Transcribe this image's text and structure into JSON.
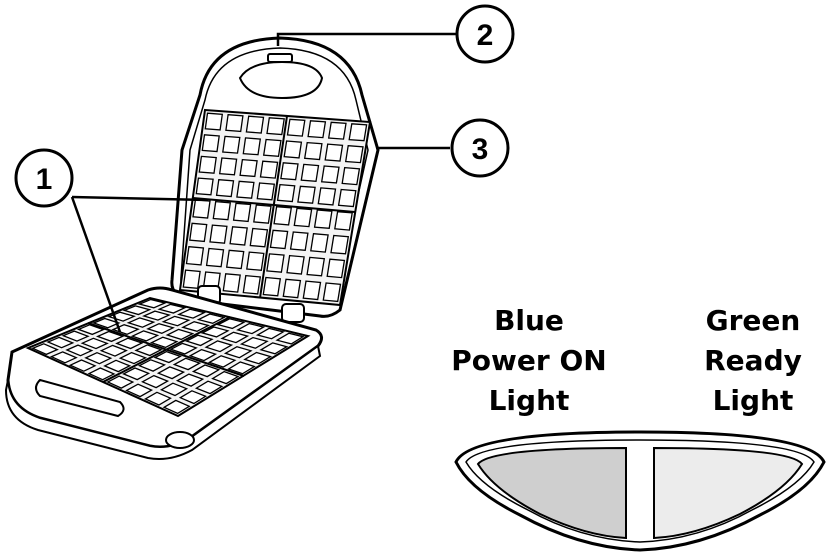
{
  "callouts": {
    "one": "1",
    "two": "2",
    "three": "3"
  },
  "lights": {
    "blue": {
      "line1": "Blue",
      "line2": "Power ON",
      "line3": "Light",
      "fill": "#cfcfcf"
    },
    "green": {
      "line1": "Green",
      "line2": "Ready",
      "line3": "Light",
      "fill": "#ececec"
    }
  },
  "colors": {
    "stroke": "#000000",
    "background": "#ffffff",
    "plate": "#f4f4f4"
  }
}
